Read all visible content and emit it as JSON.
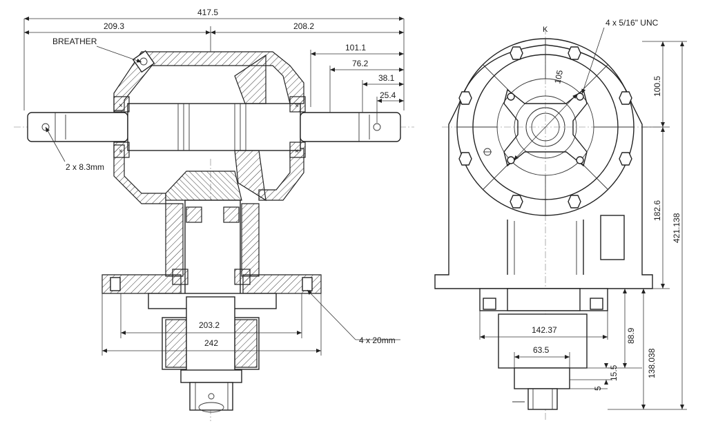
{
  "left_view": {
    "overall_width": "417.5",
    "left_span": "209.3",
    "right_span": "208.2",
    "breather_label": "BREATHER",
    "dim_101": "101.1",
    "dim_76": "76.2",
    "dim_38": "38.1",
    "dim_25": "25.4",
    "shaft_holes": "2 x 8.3mm",
    "flange_inner": "203.2",
    "flange_outer": "242",
    "flange_holes": "4 x 20mm"
  },
  "right_view": {
    "section_mark": "K",
    "bolts": "4 x 5/16\" UNC",
    "pcd": "105",
    "dim_top": "100.5",
    "dim_mid": "182.6",
    "overall_height": "421.138",
    "dim_flange": "142.37",
    "dim_hub": "63.5",
    "dim_88": "88.9",
    "dim_138": "138.038",
    "dim_15": "15.5",
    "dim_5": "5"
  }
}
